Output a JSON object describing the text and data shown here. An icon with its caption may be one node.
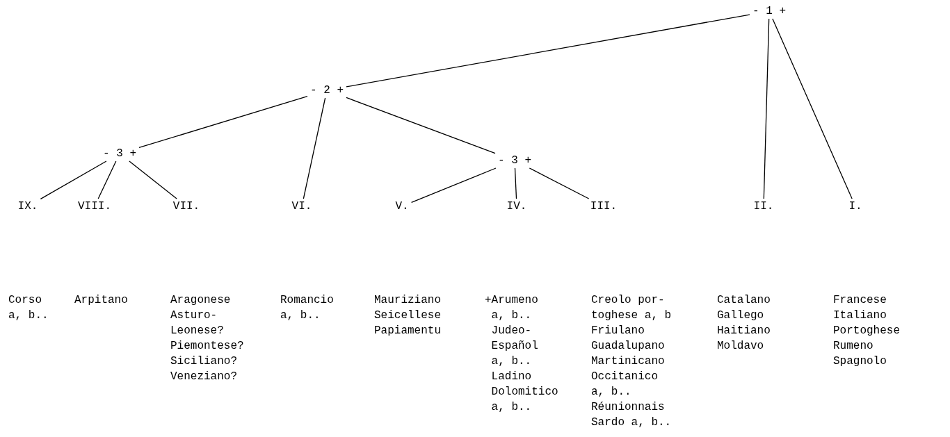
{
  "diagram": {
    "nodes": [
      {
        "text": [
          "- 1 +"
        ]
      },
      {
        "text": [
          "- 2 +"
        ]
      },
      {
        "text": [
          "- 3 +"
        ]
      },
      {
        "text": [
          "- 3 +"
        ]
      },
      {
        "text": [
          "IX."
        ]
      },
      {
        "text": [
          "VIII."
        ]
      },
      {
        "text": [
          "VII."
        ]
      },
      {
        "text": [
          "VI."
        ]
      },
      {
        "text": [
          "V."
        ]
      },
      {
        "text": [
          "IV."
        ]
      },
      {
        "text": [
          "III."
        ]
      },
      {
        "text": [
          "II."
        ]
      },
      {
        "text": [
          "I."
        ]
      }
    ],
    "edges": [
      {
        "from": 0,
        "to": 1,
        "arrow": "none"
      },
      {
        "from": 0,
        "to": 11,
        "arrow": "none"
      },
      {
        "from": 0,
        "to": 12,
        "arrow": "none"
      },
      {
        "from": 1,
        "to": 2,
        "arrow": "none"
      },
      {
        "from": 1,
        "to": 7,
        "arrow": "none"
      },
      {
        "from": 1,
        "to": 3,
        "arrow": "none"
      },
      {
        "from": 2,
        "to": 4,
        "arrow": "none"
      },
      {
        "from": 2,
        "to": 5,
        "arrow": "none"
      },
      {
        "from": 2,
        "to": 6,
        "arrow": "none"
      },
      {
        "from": 3,
        "to": 8,
        "arrow": "none"
      },
      {
        "from": 3,
        "to": 9,
        "arrow": "none"
      },
      {
        "from": 3,
        "to": 10,
        "arrow": "none"
      }
    ],
    "labels": [
      "Corso",
      "a, b..",
      "Arpitano",
      "Aragonese",
      "Asturo-",
      "Leonese?",
      "Piemontese?",
      "Siciliano?",
      "Veneziano?",
      "Romancio",
      "a, b..",
      "Mauriziano",
      "Seicellese",
      "Papiamentu",
      "+Arumeno",
      " a, b..",
      " Judeo-",
      " Español",
      " a, b..",
      " Ladino",
      " Dolomitico",
      " a, b..",
      "Creolo por-",
      "toghese a, b",
      "Friulano",
      "Guadalupano",
      "Martinicano",
      "Occitanico",
      "a, b..",
      "Réunionnais",
      "Sardo a, b..",
      "Catalano",
      "Gallego",
      "Haitiano",
      "Moldavo",
      "Francese",
      "Italiano",
      "Portoghese",
      "Rumeno",
      "Spagnolo"
    ]
  }
}
